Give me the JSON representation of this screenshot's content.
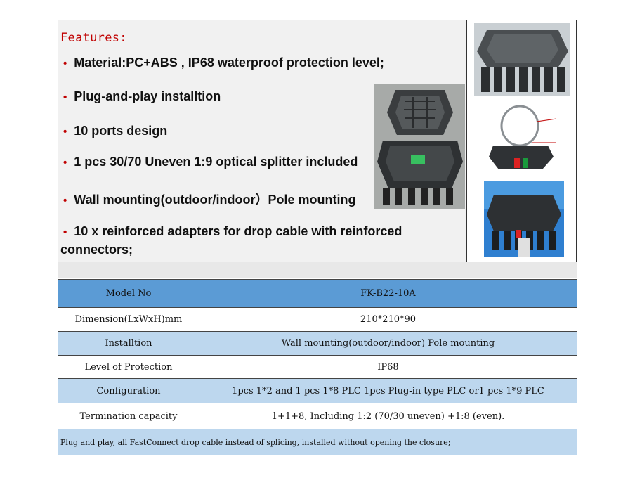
{
  "features": {
    "heading": "Features:",
    "items": [
      "Material:PC+ABS , IP68 waterproof protection level;",
      "Plug-and-play installtion",
      "10 ports design",
      "1 pcs 30/70 Uneven 1:9 optical splitter included",
      "Wall mounting(outdoor/indoor）Pole mounting",
      "10 x reinforced adapters for drop cable with reinforced connectors;"
    ]
  },
  "photos": {
    "closure_open": "closure-open-photo",
    "closure_top": "closure-top-photo",
    "pole_clamp": "pole-clamp-photo",
    "pole_mounted": "pole-mounted-photo"
  },
  "spec_table": {
    "rows": [
      {
        "label": "Model No",
        "value": "FK-B22-10A"
      },
      {
        "label": "Dimension(LxWxH)mm",
        "value": "210*210*90"
      },
      {
        "label": "Installtion",
        "value": "Wall mounting(outdoor/indoor) Pole mounting"
      },
      {
        "label": "Level of Protection",
        "value": "IP68"
      },
      {
        "label": "Configuration",
        "value": "1pcs 1*2 and 1 pcs 1*8 PLC 1pcs Plug-in type PLC or1 pcs 1*9 PLC"
      },
      {
        "label": "Termination capacity",
        "value": "1+1+8, Including 1:2 (70/30 uneven) +1:8 (even)."
      }
    ],
    "note": "Plug and play, all FastConnect drop cable instead of splicing, installed without opening the closure;"
  },
  "colors": {
    "accent_red": "#c00000",
    "header_blue": "#5b9bd5",
    "row_blue": "#bdd7ee"
  }
}
